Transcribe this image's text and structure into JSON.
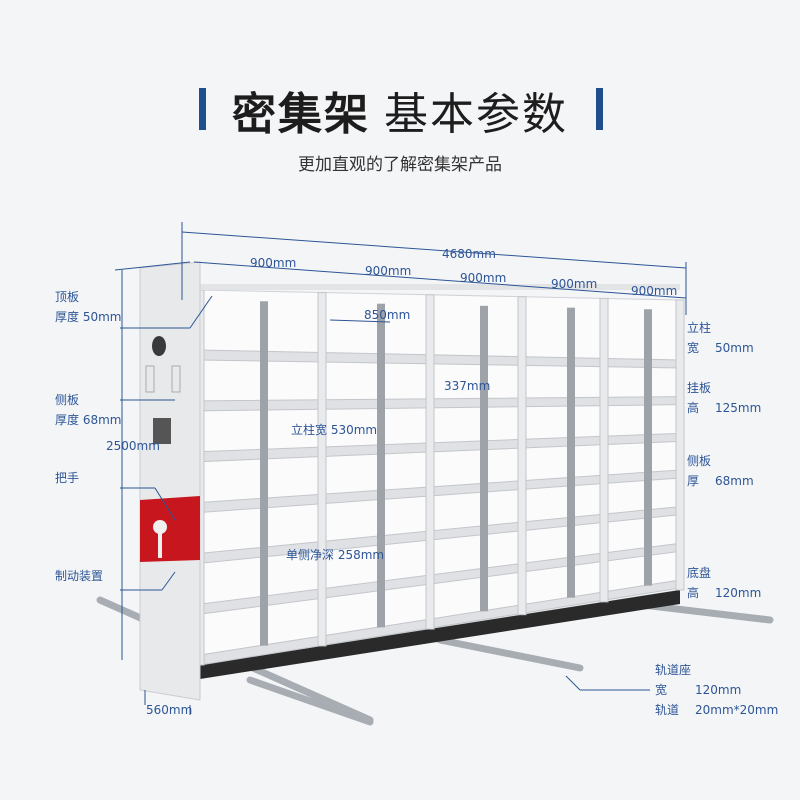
{
  "header": {
    "title_bold": "密集架",
    "title_light": "基本参数",
    "subtitle": "更加直观的了解密集架产品"
  },
  "colors": {
    "accent": "#1f4e8c",
    "label": "#2d5596",
    "panel_red": "#c8161e"
  },
  "dimensions": {
    "total_width": "4680mm",
    "bay_widths": [
      "900mm",
      "900mm",
      "900mm",
      "900mm",
      "900mm"
    ],
    "inner_width": "850mm",
    "shelf_gap": "337mm",
    "column_width": "立柱宽 530mm",
    "single_depth": "单侧净深  258mm",
    "height": "2500mm",
    "depth": "560mm"
  },
  "left_labels": {
    "top_panel": [
      "顶板",
      "厚度 50mm"
    ],
    "side_panel": [
      "侧板",
      "厚度 68mm"
    ],
    "handle": "把手",
    "brake": "制动装置"
  },
  "right_labels": {
    "column": [
      "立柱",
      "宽",
      "50mm"
    ],
    "hang_board": [
      "挂板",
      "高",
      "125mm"
    ],
    "side_board": [
      "侧板",
      "厚",
      "68mm"
    ],
    "base": [
      "底盘",
      "高",
      "120mm"
    ],
    "track": [
      "轨道座",
      "宽",
      "120mm",
      "轨道",
      "20mm*20mm"
    ]
  }
}
